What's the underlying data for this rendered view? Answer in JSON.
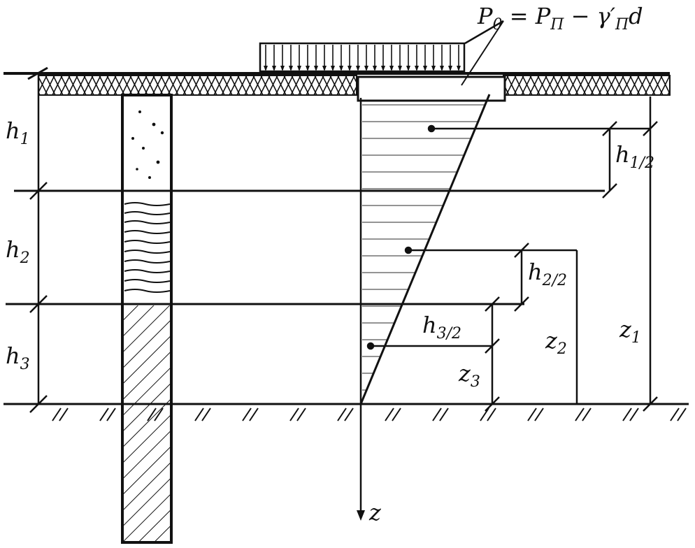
{
  "formula": {
    "p_main": "P",
    "p_sub": "0",
    "eq": " = ",
    "pp_main": "P",
    "pp_sub": "П",
    "minus": " − ",
    "gamma": "γ′",
    "gamma_sub": "П",
    "d": "d"
  },
  "layers": [
    {
      "main": "h",
      "sub": "1"
    },
    {
      "main": "h",
      "sub": "2"
    },
    {
      "main": "h",
      "sub": "3"
    }
  ],
  "half_layers": [
    {
      "main": "h",
      "sub": "1/2"
    },
    {
      "main": "h",
      "sub": "2/2"
    },
    {
      "main": "h",
      "sub": "3/2"
    }
  ],
  "depths": [
    {
      "main": "z",
      "sub": "1"
    },
    {
      "main": "z",
      "sub": "2"
    },
    {
      "main": "z",
      "sub": "3"
    }
  ],
  "axis_label": "z"
}
